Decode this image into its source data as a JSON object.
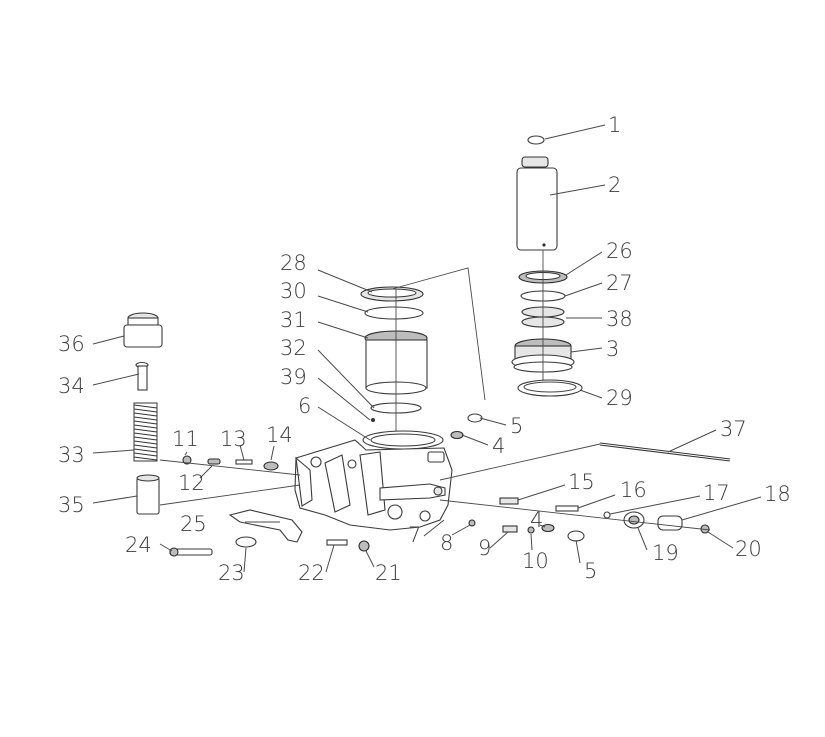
{
  "callouts": [
    {
      "id": "1",
      "label": "1"
    },
    {
      "id": "2",
      "label": "2"
    },
    {
      "id": "3",
      "label": "3"
    },
    {
      "id": "4a",
      "label": "4"
    },
    {
      "id": "4b",
      "label": "4"
    },
    {
      "id": "5a",
      "label": "5"
    },
    {
      "id": "5b",
      "label": "5"
    },
    {
      "id": "6",
      "label": "6"
    },
    {
      "id": "7",
      "label": "7"
    },
    {
      "id": "8",
      "label": "8"
    },
    {
      "id": "9",
      "label": "9"
    },
    {
      "id": "10",
      "label": "10"
    },
    {
      "id": "11",
      "label": "11"
    },
    {
      "id": "12",
      "label": "12"
    },
    {
      "id": "13",
      "label": "13"
    },
    {
      "id": "14",
      "label": "14"
    },
    {
      "id": "15",
      "label": "15"
    },
    {
      "id": "16",
      "label": "16"
    },
    {
      "id": "17",
      "label": "17"
    },
    {
      "id": "18",
      "label": "18"
    },
    {
      "id": "19",
      "label": "19"
    },
    {
      "id": "20",
      "label": "20"
    },
    {
      "id": "21",
      "label": "21"
    },
    {
      "id": "22",
      "label": "22"
    },
    {
      "id": "23",
      "label": "23"
    },
    {
      "id": "24",
      "label": "24"
    },
    {
      "id": "25",
      "label": "25"
    },
    {
      "id": "26",
      "label": "26"
    },
    {
      "id": "27",
      "label": "27"
    },
    {
      "id": "28",
      "label": "28"
    },
    {
      "id": "29",
      "label": "29"
    },
    {
      "id": "30",
      "label": "30"
    },
    {
      "id": "31",
      "label": "31"
    },
    {
      "id": "32",
      "label": "32"
    },
    {
      "id": "33",
      "label": "33"
    },
    {
      "id": "34",
      "label": "34"
    },
    {
      "id": "35",
      "label": "35"
    },
    {
      "id": "36",
      "label": "36"
    },
    {
      "id": "37",
      "label": "37"
    },
    {
      "id": "38",
      "label": "38"
    },
    {
      "id": "39",
      "label": "39"
    }
  ]
}
